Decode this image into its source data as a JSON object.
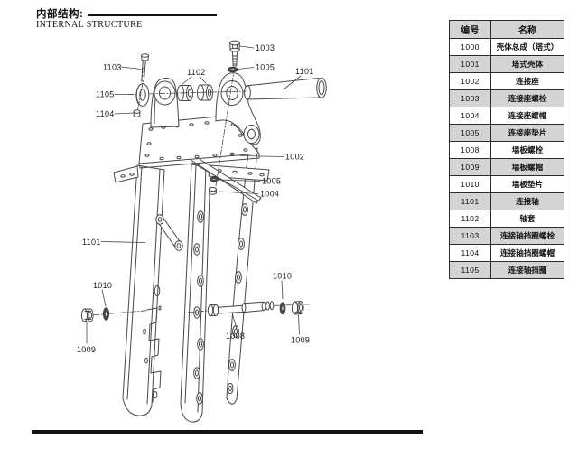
{
  "header": {
    "title_cn": "内部结构:",
    "title_en": "INTERNAL STRUCTURE"
  },
  "parts_table": {
    "columns": {
      "number": "编号",
      "name": "名称"
    },
    "rows": [
      {
        "id": "1000",
        "name": "壳体总成（塔式）"
      },
      {
        "id": "1001",
        "name": "塔式壳体"
      },
      {
        "id": "1002",
        "name": "连接座"
      },
      {
        "id": "1003",
        "name": "连接座螺栓"
      },
      {
        "id": "1004",
        "name": "连接座螺帽"
      },
      {
        "id": "1005",
        "name": "连接座垫片"
      },
      {
        "id": "1008",
        "name": "墙板螺栓"
      },
      {
        "id": "1009",
        "name": "墙板螺帽"
      },
      {
        "id": "1010",
        "name": "墙板垫片"
      },
      {
        "id": "1101",
        "name": "连接轴"
      },
      {
        "id": "1102",
        "name": "轴套"
      },
      {
        "id": "1103",
        "name": "连接轴挡圈螺栓"
      },
      {
        "id": "1104",
        "name": "连接轴挡圈螺帽"
      },
      {
        "id": "1105",
        "name": "连接轴挡圈"
      }
    ]
  },
  "diagram": {
    "callouts": {
      "connector_bolt": "1003",
      "retainer_bolt": "1103",
      "bushing": "1102",
      "connector_washer_top": "1005",
      "pin": "1101",
      "retainer_ring": "1105",
      "retainer_nut": "1104",
      "connector": "1002",
      "connector_washer_mid": "1005",
      "connector_nut": "1004",
      "housing": "1101",
      "wall_washer_left": "1010",
      "wall_nut_left": "1009",
      "wall_bolt": "1008",
      "wall_washer_right": "1010",
      "wall_nut_right": "1009"
    }
  },
  "colors": {
    "line": "#474747",
    "table_shade": "#d4d4d4",
    "rule": "#111111"
  }
}
